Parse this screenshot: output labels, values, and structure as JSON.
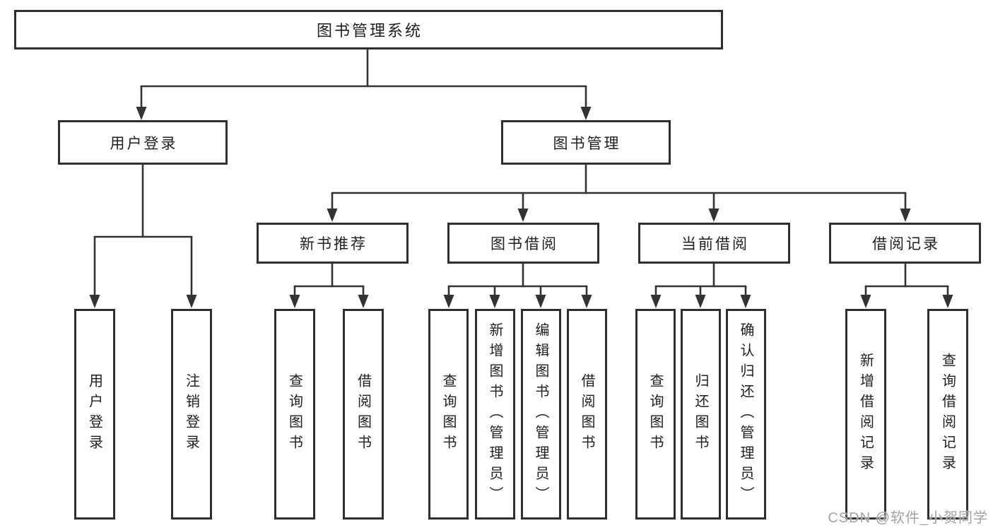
{
  "diagram": {
    "tree": {
      "root": {
        "label": "图书管理系统"
      },
      "level2": [
        {
          "label": "用户登录",
          "children": [
            {
              "label": "用户登录"
            },
            {
              "label": "注销登录"
            }
          ]
        },
        {
          "label": "图书管理",
          "children": [
            {
              "label": "新书推荐",
              "children": [
                {
                  "label": "查询图书"
                },
                {
                  "label": "借阅图书"
                }
              ]
            },
            {
              "label": "图书借阅",
              "children": [
                {
                  "label": "查询图书"
                },
                {
                  "label": "新增图书（管理员）"
                },
                {
                  "label": "编辑图书（管理员）"
                },
                {
                  "label": "借阅图书"
                }
              ]
            },
            {
              "label": "当前借阅",
              "children": [
                {
                  "label": "查询图书"
                },
                {
                  "label": "归还图书"
                },
                {
                  "label": "确认归还（管理员）"
                }
              ]
            },
            {
              "label": "借阅记录",
              "children": [
                {
                  "label": "新增借阅记录"
                },
                {
                  "label": "查询借阅记录"
                }
              ]
            }
          ]
        }
      ]
    }
  },
  "watermark": {
    "text": "CSDN @软件_小贺同学"
  },
  "colors": {
    "line": "#333333",
    "box-border": "#2f2f2f",
    "text": "#1f1f1f",
    "watermark": "#a3a3a3",
    "background": "#ffffff"
  }
}
